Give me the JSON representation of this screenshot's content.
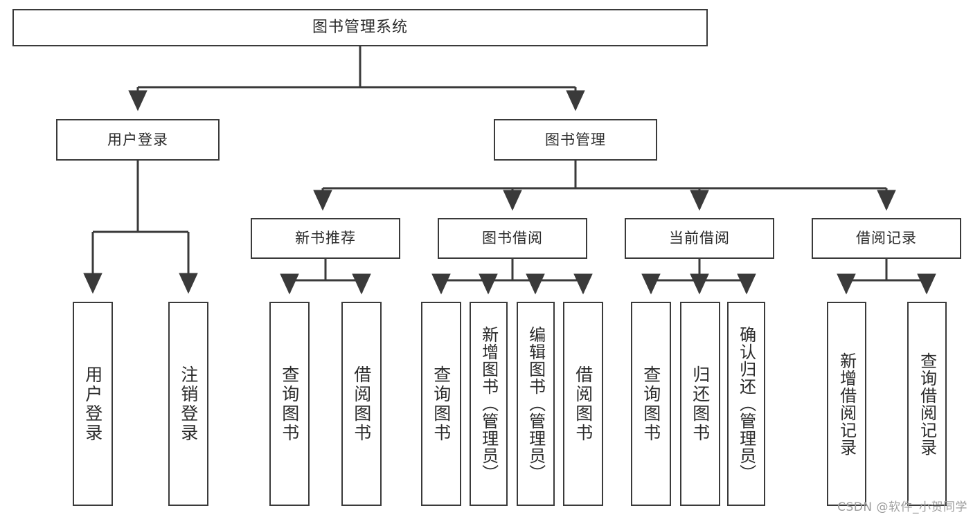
{
  "diagram": {
    "title": "图书管理系统",
    "type": "hierarchy-tree",
    "colors": {
      "box_border": "#3a3a3a",
      "box_fill": "#ffffff",
      "connector": "#3a3a3a",
      "text": "#2b2b2b",
      "watermark": "#9d9d9d",
      "background": "#ffffff"
    },
    "root": {
      "label": "图书管理系统"
    },
    "level2": [
      {
        "label": "用户登录"
      },
      {
        "label": "图书管理"
      }
    ],
    "level3": [
      {
        "label": "新书推荐"
      },
      {
        "label": "图书借阅"
      },
      {
        "label": "当前借阅"
      },
      {
        "label": "借阅记录"
      }
    ],
    "leaves": {
      "user_login": [
        {
          "label": "用户登录"
        },
        {
          "label": "注销登录"
        }
      ],
      "new_book": [
        {
          "label": "查询图书"
        },
        {
          "label": "借阅图书"
        }
      ],
      "book_borrow": [
        {
          "label": "查询图书"
        },
        {
          "label": "新增图书（管理员）"
        },
        {
          "label": "编辑图书（管理员）"
        },
        {
          "label": "借阅图书"
        }
      ],
      "current_borrow": [
        {
          "label": "查询图书"
        },
        {
          "label": "归还图书"
        },
        {
          "label": "确认归还（管理员）"
        }
      ],
      "borrow_record": [
        {
          "label": "新增借阅记录"
        },
        {
          "label": "查询借阅记录"
        }
      ]
    }
  },
  "watermark": {
    "text": "CSDN @软件_小贺同学"
  }
}
